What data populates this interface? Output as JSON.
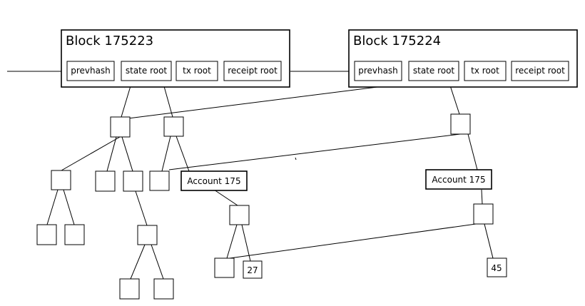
{
  "blocks": [
    {
      "title": "Block 175223",
      "fields": [
        "prevhash",
        "state root",
        "tx root",
        "receipt root"
      ]
    },
    {
      "title": "Block 175224",
      "fields": [
        "prevhash",
        "state root",
        "tx root",
        "receipt root"
      ]
    }
  ],
  "accounts": [
    {
      "label": "Account 175"
    },
    {
      "label": "Account 175"
    }
  ],
  "leaf_values": [
    "27",
    "45"
  ],
  "colors": {
    "line": "#000000",
    "background": "#ffffff"
  }
}
